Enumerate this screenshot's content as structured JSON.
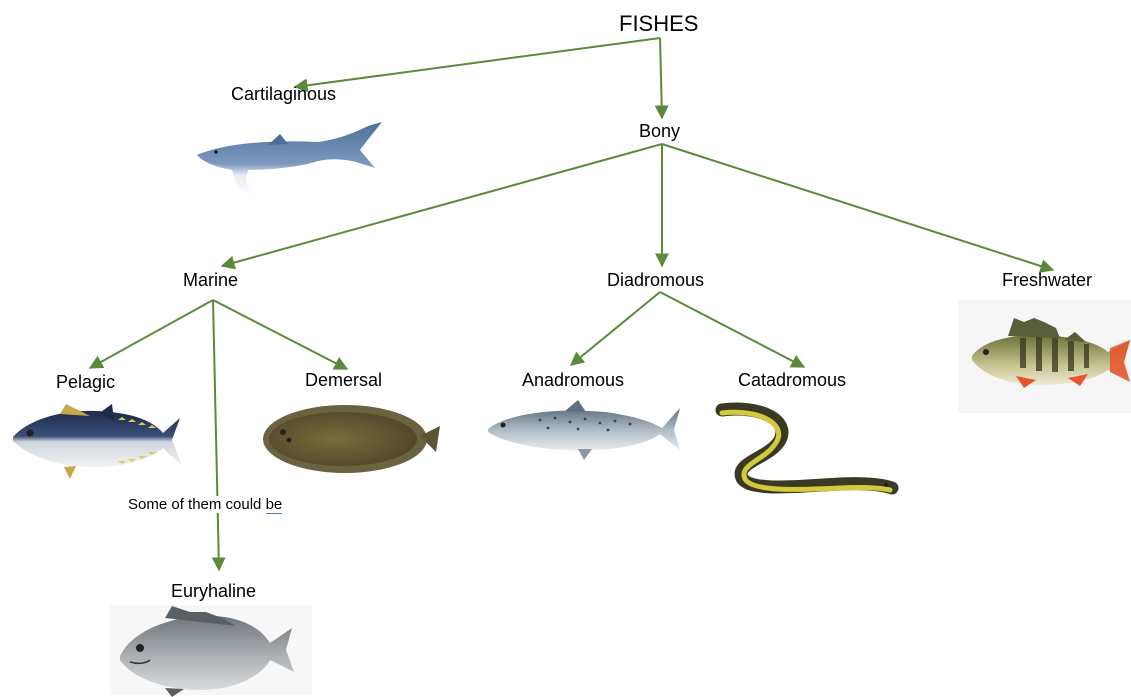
{
  "diagram": {
    "root": "FISHES",
    "nodes": {
      "cartilaginous": "Cartilaginous",
      "bony": "Bony",
      "marine": "Marine",
      "diadromous": "Diadromous",
      "freshwater": "Freshwater",
      "pelagic": "Pelagic",
      "demersal": "Demersal",
      "anadromous": "Anadromous",
      "catadromous": "Catadromous",
      "euryhaline": "Euryhaline"
    },
    "note_text": "Some of them could ",
    "note_tail": "be",
    "edges": [
      [
        "FISHES",
        "Cartilaginous"
      ],
      [
        "FISHES",
        "Bony"
      ],
      [
        "Bony",
        "Marine"
      ],
      [
        "Bony",
        "Diadromous"
      ],
      [
        "Bony",
        "Freshwater"
      ],
      [
        "Marine",
        "Pelagic"
      ],
      [
        "Marine",
        "Demersal"
      ],
      [
        "Marine",
        "Euryhaline"
      ],
      [
        "Diadromous",
        "Anadromous"
      ],
      [
        "Diadromous",
        "Catadromous"
      ]
    ],
    "images": [
      "blue-shark",
      "tuna",
      "flounder",
      "salmon",
      "eel",
      "perch",
      "sea-bream"
    ],
    "colors": {
      "arrow": "#5b8a3a",
      "text": "#000000"
    }
  }
}
